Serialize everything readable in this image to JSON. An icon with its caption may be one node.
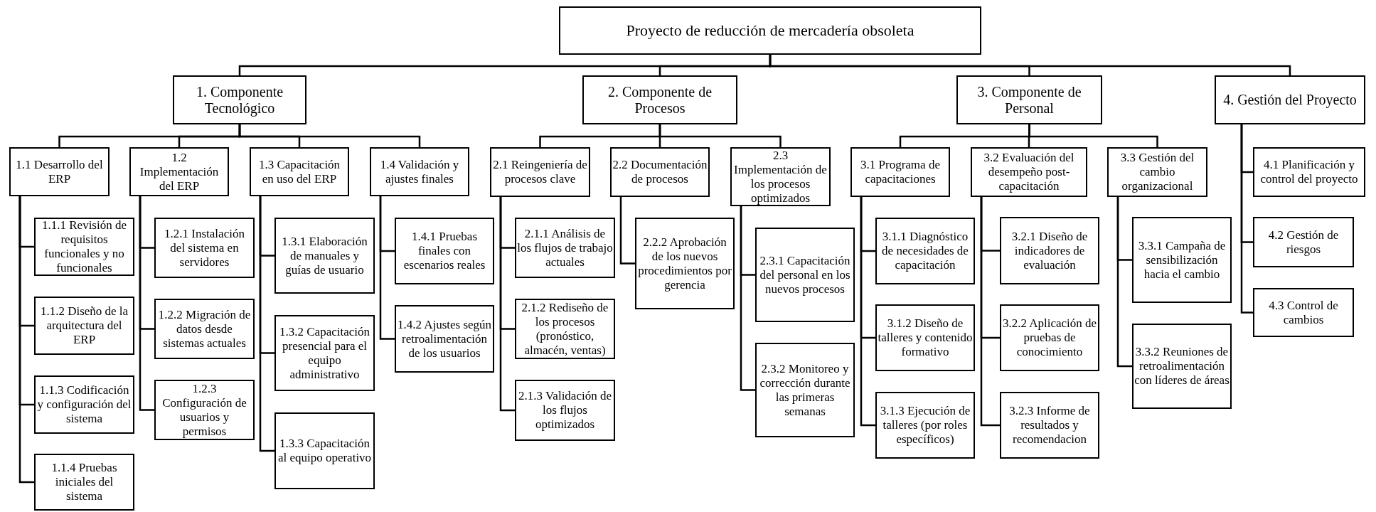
{
  "diagram": {
    "nodes": [
      {
        "text": [
          "Proyecto de reducción de mercadería obsoleta"
        ]
      },
      {
        "text": [
          "1. Componente Tecnológico"
        ]
      },
      {
        "text": [
          "1.1 Desarrollo del ERP"
        ]
      },
      {
        "text": [
          "1.1.1 Revisión de requisitos funcionales y no funcionales"
        ]
      },
      {
        "text": [
          "1.1.2 Diseño de la arquitectura del ERP"
        ]
      },
      {
        "text": [
          "1.1.3 Codificación y configuración del sistema"
        ]
      },
      {
        "text": [
          "1.1.4 Pruebas iniciales del sistema"
        ]
      },
      {
        "text": [
          "1.2 Implementación del ERP"
        ]
      },
      {
        "text": [
          "1.2.1 Instalación del sistema en servidores"
        ]
      },
      {
        "text": [
          "1.2.2 Migración de datos desde sistemas actuales"
        ]
      },
      {
        "text": [
          "1.2.3 Configuración de usuarios y permisos"
        ]
      },
      {
        "text": [
          "1.3 Capacitación en uso del ERP"
        ]
      },
      {
        "text": [
          "1.3.1 Elaboración de manuales y guías de usuario"
        ]
      },
      {
        "text": [
          "1.3.2 Capacitación presencial para el equipo administrativo"
        ]
      },
      {
        "text": [
          "1.3.3 Capacitación al equipo operativo"
        ]
      },
      {
        "text": [
          "1.4 Validación y ajustes finales"
        ]
      },
      {
        "text": [
          "1.4.1 Pruebas finales con escenarios reales"
        ]
      },
      {
        "text": [
          "1.4.2 Ajustes según retroalimentación de los usuarios"
        ]
      },
      {
        "text": [
          "2. Componente de Procesos"
        ]
      },
      {
        "text": [
          "2.1 Reingeniería de procesos clave"
        ]
      },
      {
        "text": [
          "2.1.1 Análisis de los flujos de trabajo actuales"
        ]
      },
      {
        "text": [
          "2.1.2 Rediseño de los procesos (pronóstico, almacén, ventas)"
        ]
      },
      {
        "text": [
          "2.1.3 Validación de los flujos optimizados"
        ]
      },
      {
        "text": [
          "2.2 Documentación de procesos"
        ]
      },
      {
        "text": [
          "2.2.2 Aprobación de los nuevos procedimientos por gerencia"
        ]
      },
      {
        "text": [
          "2.3 Implementación de los procesos optimizados"
        ]
      },
      {
        "text": [
          "2.3.1 Capacitación del personal en los nuevos procesos"
        ]
      },
      {
        "text": [
          "2.3.2 Monitoreo y corrección durante las primeras semanas"
        ]
      },
      {
        "text": [
          "3. Componente de Personal"
        ]
      },
      {
        "text": [
          "3.1 Programa de capacitaciones"
        ]
      },
      {
        "text": [
          "3.1.1 Diagnóstico de necesidades de capacitación"
        ]
      },
      {
        "text": [
          "3.1.2 Diseño de talleres y contenido formativo"
        ]
      },
      {
        "text": [
          "3.1.3 Ejecución de talleres (por roles específicos)"
        ]
      },
      {
        "text": [
          "3.2 Evaluación del desempeño post-capacitación"
        ]
      },
      {
        "text": [
          "3.2.1 Diseño de indicadores de evaluación"
        ]
      },
      {
        "text": [
          "3.2.2 Aplicación de pruebas de conocimiento"
        ]
      },
      {
        "text": [
          "3.2.3 Informe de resultados y recomendacion"
        ]
      },
      {
        "text": [
          "3.3 Gestión del cambio organizacional"
        ]
      },
      {
        "text": [
          "3.3.1 Campaña de sensibilización hacia el cambio"
        ]
      },
      {
        "text": [
          "3.3.2 Reuniones de retroalimentación con líderes de áreas"
        ]
      },
      {
        "text": [
          "4. Gestión del Proyecto"
        ]
      },
      {
        "text": [
          "4.1 Planificación y control del proyecto"
        ]
      },
      {
        "text": [
          "4.2 Gestión de riesgos"
        ]
      },
      {
        "text": [
          "4.3 Control de cambios"
        ]
      }
    ],
    "edges": [
      {
        "from": 0,
        "to": 1,
        "arrow": "none"
      },
      {
        "from": 0,
        "to": 18,
        "arrow": "none"
      },
      {
        "from": 0,
        "to": 28,
        "arrow": "none"
      },
      {
        "from": 0,
        "to": 40,
        "arrow": "none"
      },
      {
        "from": 1,
        "to": 2,
        "arrow": "none"
      },
      {
        "from": 1,
        "to": 7,
        "arrow": "none"
      },
      {
        "from": 1,
        "to": 11,
        "arrow": "none"
      },
      {
        "from": 1,
        "to": 15,
        "arrow": "none"
      },
      {
        "from": 2,
        "to": 3,
        "arrow": "none"
      },
      {
        "from": 2,
        "to": 4,
        "arrow": "none"
      },
      {
        "from": 2,
        "to": 5,
        "arrow": "none"
      },
      {
        "from": 2,
        "to": 6,
        "arrow": "none"
      },
      {
        "from": 7,
        "to": 8,
        "arrow": "none"
      },
      {
        "from": 7,
        "to": 9,
        "arrow": "none"
      },
      {
        "from": 7,
        "to": 10,
        "arrow": "none"
      },
      {
        "from": 11,
        "to": 12,
        "arrow": "none"
      },
      {
        "from": 11,
        "to": 13,
        "arrow": "none"
      },
      {
        "from": 11,
        "to": 14,
        "arrow": "none"
      },
      {
        "from": 15,
        "to": 16,
        "arrow": "none"
      },
      {
        "from": 15,
        "to": 17,
        "arrow": "none"
      },
      {
        "from": 18,
        "to": 19,
        "arrow": "none"
      },
      {
        "from": 18,
        "to": 23,
        "arrow": "none"
      },
      {
        "from": 18,
        "to": 25,
        "arrow": "none"
      },
      {
        "from": 19,
        "to": 20,
        "arrow": "none"
      },
      {
        "from": 19,
        "to": 21,
        "arrow": "none"
      },
      {
        "from": 19,
        "to": 22,
        "arrow": "none"
      },
      {
        "from": 23,
        "to": 24,
        "arrow": "none"
      },
      {
        "from": 25,
        "to": 26,
        "arrow": "none"
      },
      {
        "from": 25,
        "to": 27,
        "arrow": "none"
      },
      {
        "from": 28,
        "to": 29,
        "arrow": "none"
      },
      {
        "from": 28,
        "to": 33,
        "arrow": "none"
      },
      {
        "from": 28,
        "to": 37,
        "arrow": "none"
      },
      {
        "from": 29,
        "to": 30,
        "arrow": "none"
      },
      {
        "from": 29,
        "to": 31,
        "arrow": "none"
      },
      {
        "from": 29,
        "to": 32,
        "arrow": "none"
      },
      {
        "from": 33,
        "to": 34,
        "arrow": "none"
      },
      {
        "from": 33,
        "to": 35,
        "arrow": "none"
      },
      {
        "from": 33,
        "to": 36,
        "arrow": "none"
      },
      {
        "from": 37,
        "to": 38,
        "arrow": "none"
      },
      {
        "from": 37,
        "to": 39,
        "arrow": "none"
      },
      {
        "from": 40,
        "to": 41,
        "arrow": "none"
      },
      {
        "from": 40,
        "to": 42,
        "arrow": "none"
      },
      {
        "from": 40,
        "to": 43,
        "arrow": "none"
      }
    ]
  }
}
